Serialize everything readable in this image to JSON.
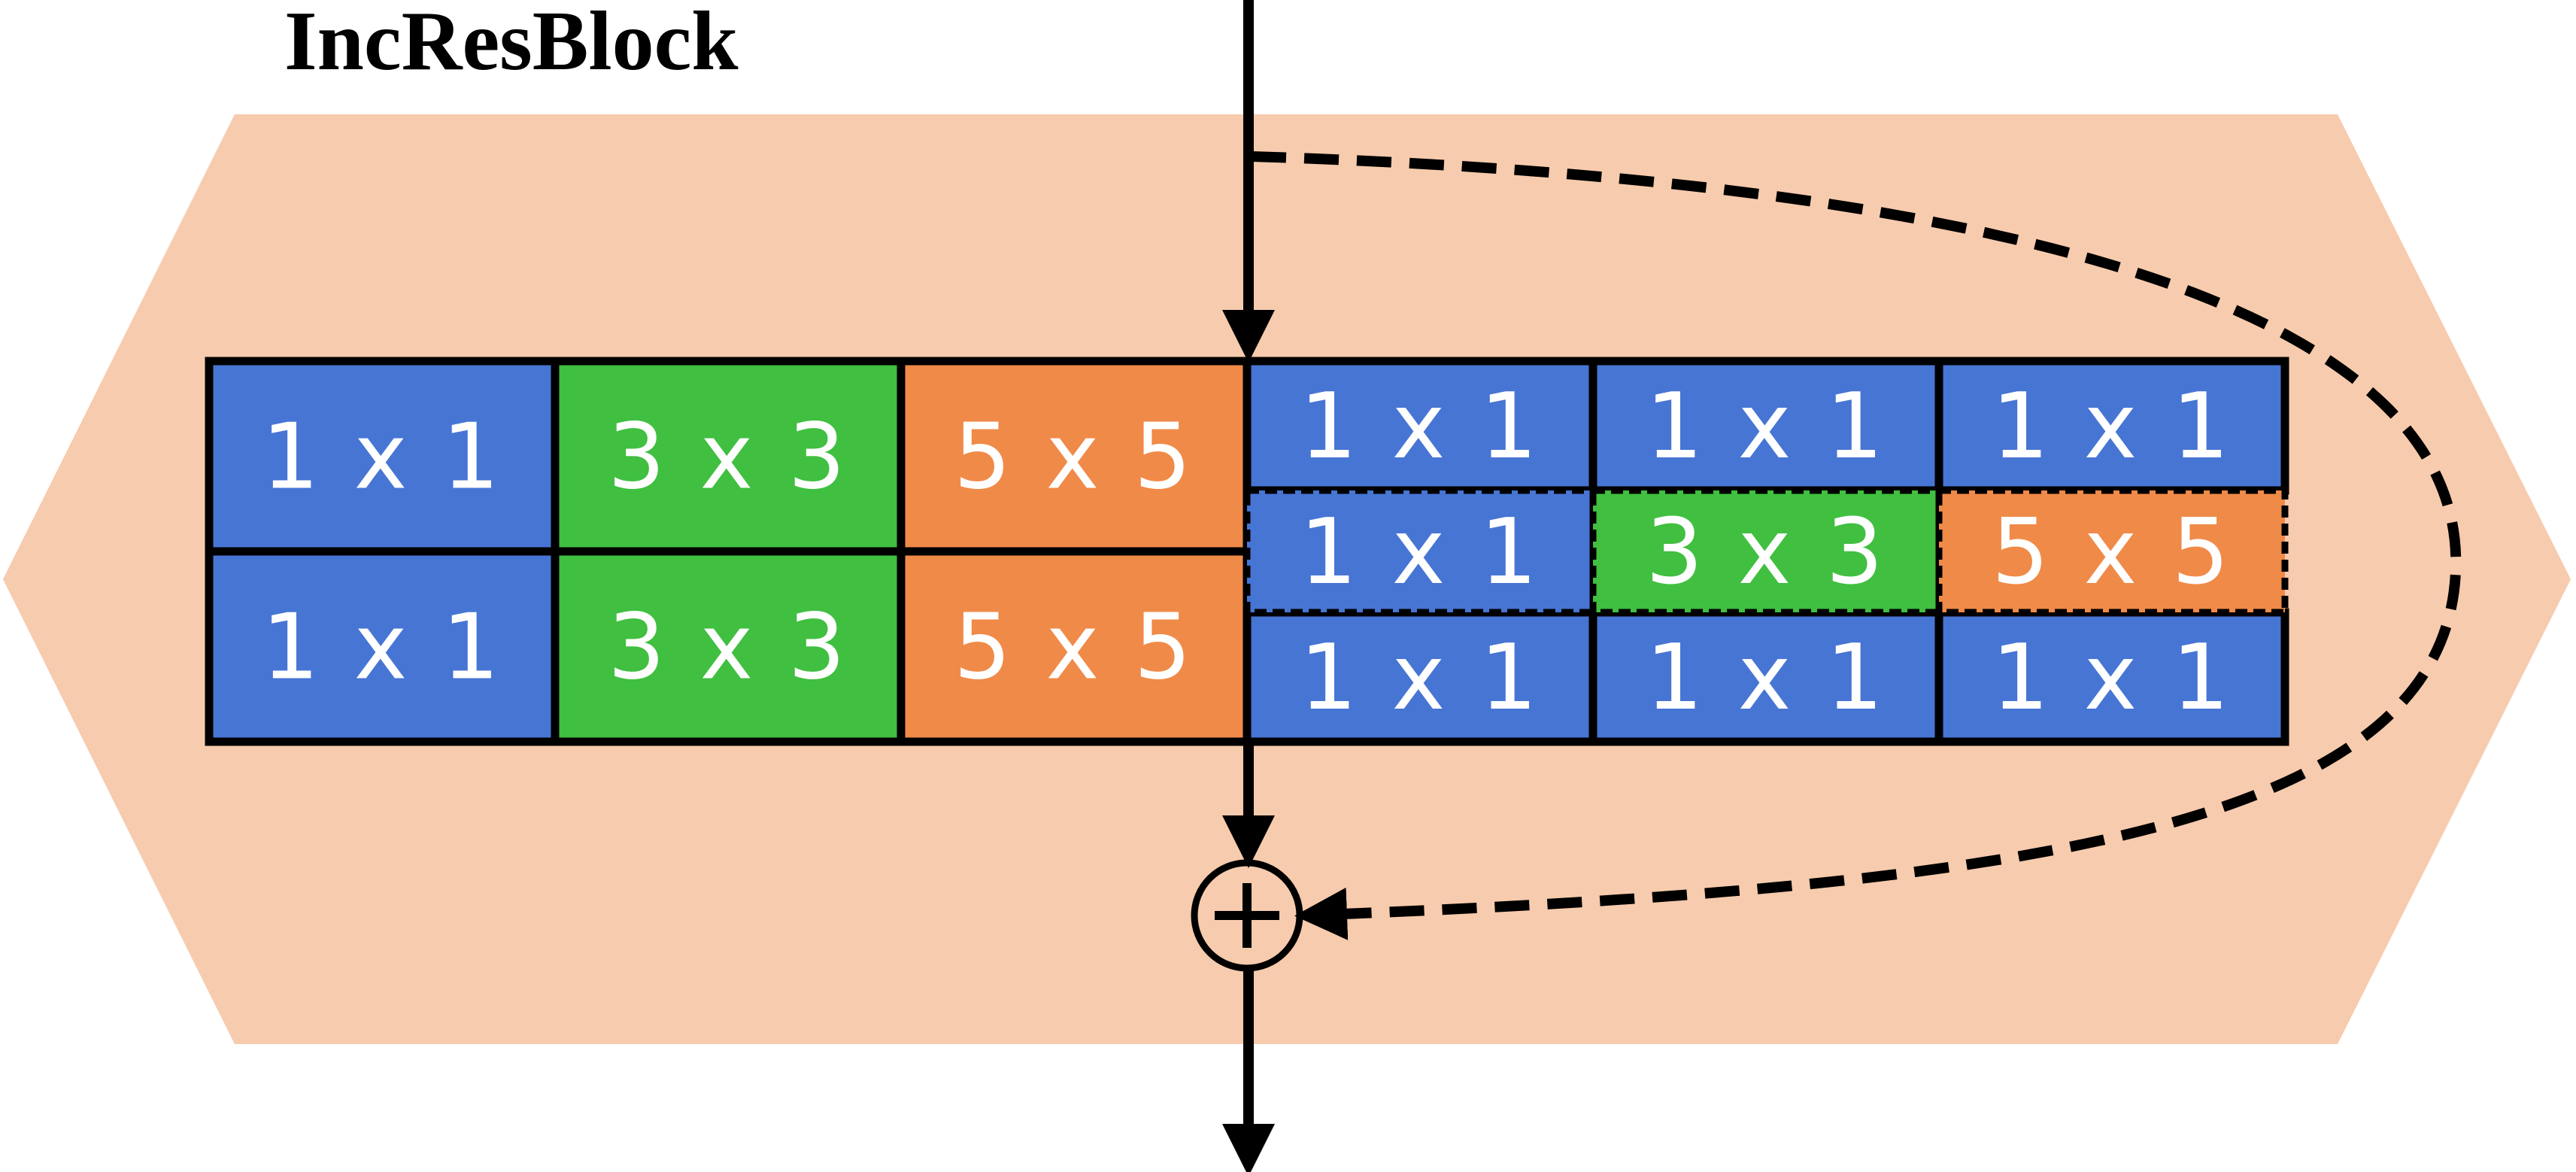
{
  "title": "IncResBlock",
  "colors": {
    "background_hexagon": "#F7CBAE",
    "conv_1x1": "#4775D4",
    "conv_3x3": "#40BF40",
    "conv_5x5": "#F08A48",
    "stroke": "#000000",
    "label": "#FFFFFF"
  },
  "left_group": {
    "rows": [
      [
        {
          "label": "1 x 1",
          "kind": "conv_1x1"
        },
        {
          "label": "3 x 3",
          "kind": "conv_3x3"
        },
        {
          "label": "5 x 5",
          "kind": "conv_5x5"
        }
      ],
      [
        {
          "label": "1 x 1",
          "kind": "conv_1x1"
        },
        {
          "label": "3 x 3",
          "kind": "conv_3x3"
        },
        {
          "label": "5 x 5",
          "kind": "conv_5x5"
        }
      ]
    ]
  },
  "right_group": {
    "columns": [
      {
        "top": "1 x 1",
        "middle": {
          "label": "1 x 1",
          "kind": "conv_1x1"
        },
        "bottom": "1 x 1"
      },
      {
        "top": "1 x 1",
        "middle": {
          "label": "3 x 3",
          "kind": "conv_3x3"
        },
        "bottom": "1 x 1"
      },
      {
        "top": "1 x 1",
        "middle": {
          "label": "5 x 5",
          "kind": "conv_5x5"
        },
        "bottom": "1 x 1"
      }
    ]
  },
  "sum_node": {
    "symbol": "+",
    "icon": "plus-circle-icon"
  },
  "skip_connection": {
    "style": "dashed"
  }
}
